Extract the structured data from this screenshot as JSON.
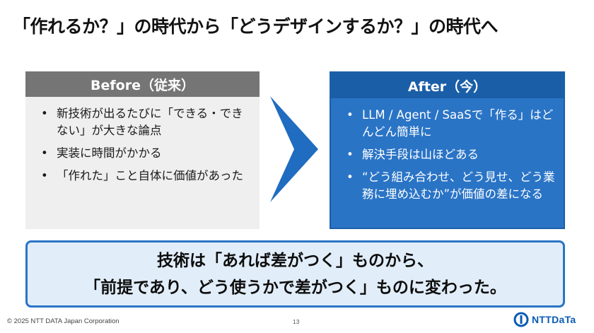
{
  "slide": {
    "title": "「作れるか？」の時代から「どうデザインするか？」の時代へ"
  },
  "before": {
    "header": "Before（従来）",
    "bullets": [
      "新技術が出るたびに「できる・できない」が大きな論点",
      "実装に時間がかかる",
      "「作れた」こと自体に価値があった"
    ]
  },
  "after": {
    "header": "After（今）",
    "bullets": [
      "LLM / Agent / SaaSで「作る」はどんどん簡単に",
      "解決手段は山ほどある",
      "“どう組み合わせ、どう見せ、どう業務に埋め込むか”が価値の差になる"
    ]
  },
  "summary": {
    "line1": "技術は「あれば差がつく」ものから、",
    "line2": "「前提であり、どう使うかで差がつく」ものに変わった。"
  },
  "footer": {
    "copyright": "© 2025 NTT DATA Japan Corporation",
    "page_number": "13",
    "logo_text": "NTTDaTa"
  },
  "colors": {
    "before_header": "#757575",
    "before_body": "#efefef",
    "after_header": "#1b5ea8",
    "after_body": "#2a74c6",
    "arrow": "#1f6cc0",
    "summary_bg": "#e1edf8",
    "summary_border": "#2a74c6",
    "brand": "#0a5ab4"
  },
  "icons": {
    "arrow": "right-arrow-icon",
    "logo": "ntt-data-logo-icon"
  }
}
